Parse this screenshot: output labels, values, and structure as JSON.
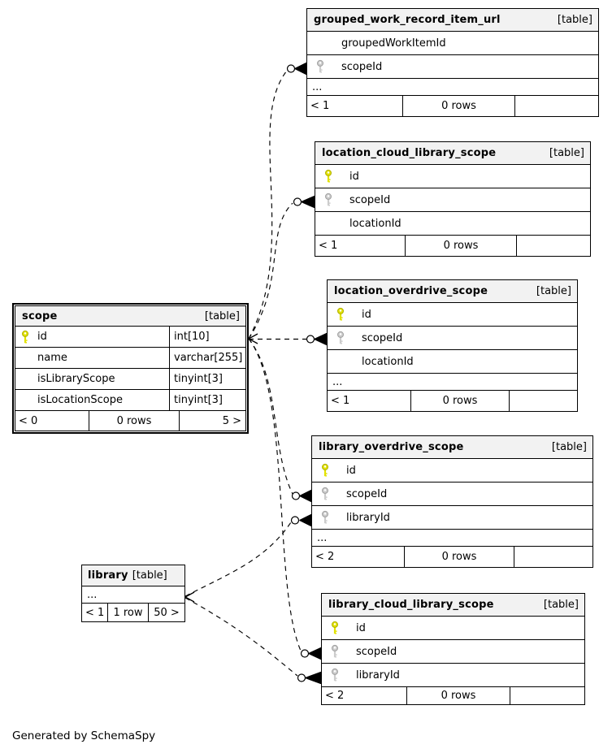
{
  "footer_note": "Generated by SchemaSpy",
  "colors": {
    "background": "#ffffff",
    "table_header_bg": "#f2f2f2",
    "border": "#000000",
    "primary_key_icon": "#e2e200",
    "foreign_key_icon": "#cccccc"
  },
  "tables": [
    {
      "name": "grouped_work_record_item_url",
      "tag": "[table]",
      "columns": [
        {
          "icon": null,
          "label": "groupedWorkItemId"
        },
        {
          "icon": "foreign-key",
          "label": "scopeId"
        },
        {
          "icon": null,
          "label": "...",
          "dots": true
        }
      ],
      "stats": {
        "left": "< 1",
        "center": "0 rows",
        "right": ""
      }
    },
    {
      "name": "location_cloud_library_scope",
      "tag": "[table]",
      "columns": [
        {
          "icon": "primary-key",
          "label": "id"
        },
        {
          "icon": "foreign-key",
          "label": "scopeId"
        },
        {
          "icon": null,
          "label": "locationId"
        }
      ],
      "stats": {
        "left": "< 1",
        "center": "0 rows",
        "right": ""
      }
    },
    {
      "name": "location_overdrive_scope",
      "tag": "[table]",
      "columns": [
        {
          "icon": "primary-key",
          "label": "id"
        },
        {
          "icon": "foreign-key",
          "label": "scopeId"
        },
        {
          "icon": null,
          "label": "locationId"
        },
        {
          "icon": null,
          "label": "...",
          "dots": true
        }
      ],
      "stats": {
        "left": "< 1",
        "center": "0 rows",
        "right": ""
      }
    },
    {
      "name": "scope",
      "tag": "[table]",
      "columns": [
        {
          "icon": "primary-key",
          "label": "id",
          "type": "int[10]"
        },
        {
          "icon": null,
          "label": "name",
          "type": "varchar[255]"
        },
        {
          "icon": null,
          "label": "isLibraryScope",
          "type": "tinyint[3]"
        },
        {
          "icon": null,
          "label": "isLocationScope",
          "type": "tinyint[3]"
        }
      ],
      "stats": {
        "left": "< 0",
        "center": "0 rows",
        "right": "5 >"
      }
    },
    {
      "name": "library_overdrive_scope",
      "tag": "[table]",
      "columns": [
        {
          "icon": "primary-key",
          "label": "id"
        },
        {
          "icon": "foreign-key",
          "label": "scopeId"
        },
        {
          "icon": "foreign-key",
          "label": "libraryId"
        },
        {
          "icon": null,
          "label": "...",
          "dots": true
        }
      ],
      "stats": {
        "left": "< 2",
        "center": "0 rows",
        "right": ""
      }
    },
    {
      "name": "library",
      "tag": "[table]",
      "columns": [
        {
          "icon": null,
          "label": "...",
          "dots": true
        }
      ],
      "stats": {
        "left": "< 1",
        "center": "1 row",
        "right": "50 >"
      }
    },
    {
      "name": "library_cloud_library_scope",
      "tag": "[table]",
      "columns": [
        {
          "icon": "primary-key",
          "label": "id"
        },
        {
          "icon": "foreign-key",
          "label": "scopeId"
        },
        {
          "icon": "foreign-key",
          "label": "libraryId"
        }
      ],
      "stats": {
        "left": "< 2",
        "center": "0 rows",
        "right": ""
      }
    }
  ],
  "relationships": [
    {
      "from": "scope.id",
      "to": "grouped_work_record_item_url.scopeId"
    },
    {
      "from": "scope.id",
      "to": "location_cloud_library_scope.scopeId"
    },
    {
      "from": "scope.id",
      "to": "location_overdrive_scope.scopeId"
    },
    {
      "from": "scope.id",
      "to": "library_overdrive_scope.scopeId"
    },
    {
      "from": "scope.id",
      "to": "library_cloud_library_scope.scopeId"
    },
    {
      "from": "library",
      "to": "library_overdrive_scope.libraryId"
    },
    {
      "from": "library",
      "to": "library_cloud_library_scope.libraryId"
    }
  ]
}
